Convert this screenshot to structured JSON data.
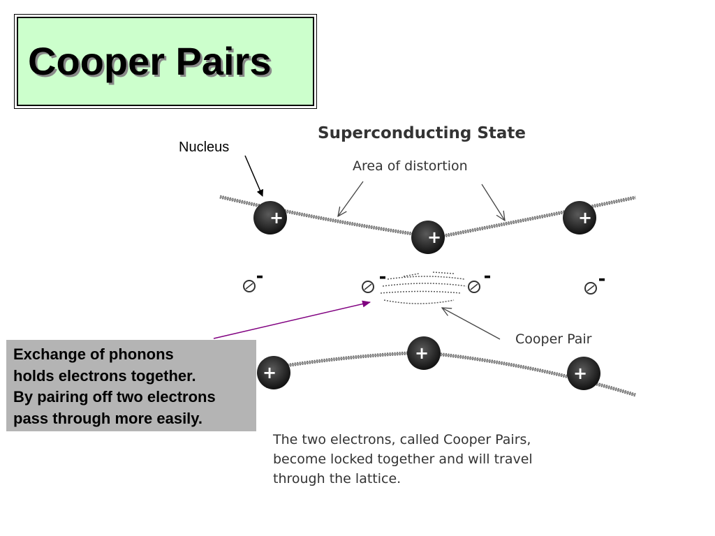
{
  "slide": {
    "title": "Cooper Pairs",
    "nucleus_label": "Nucleus",
    "callout_lines": [
      "Exchange of phonons",
      "holds electrons together.",
      "By pairing off two electrons",
      "pass through more easily."
    ]
  },
  "diagram": {
    "heading": "Superconducting State",
    "distortion_label": "Area of distortion",
    "cooper_pair_label": "Cooper Pair",
    "ion_sign": "+",
    "electron_sign": "-",
    "caption_lines": [
      "The two electrons, called Cooper Pairs,",
      "become locked together and will travel",
      "through the lattice."
    ]
  },
  "colors": {
    "title_background": "#ccffcc",
    "callout_background": "#b4b4b4",
    "pointer_line": "#800080"
  }
}
